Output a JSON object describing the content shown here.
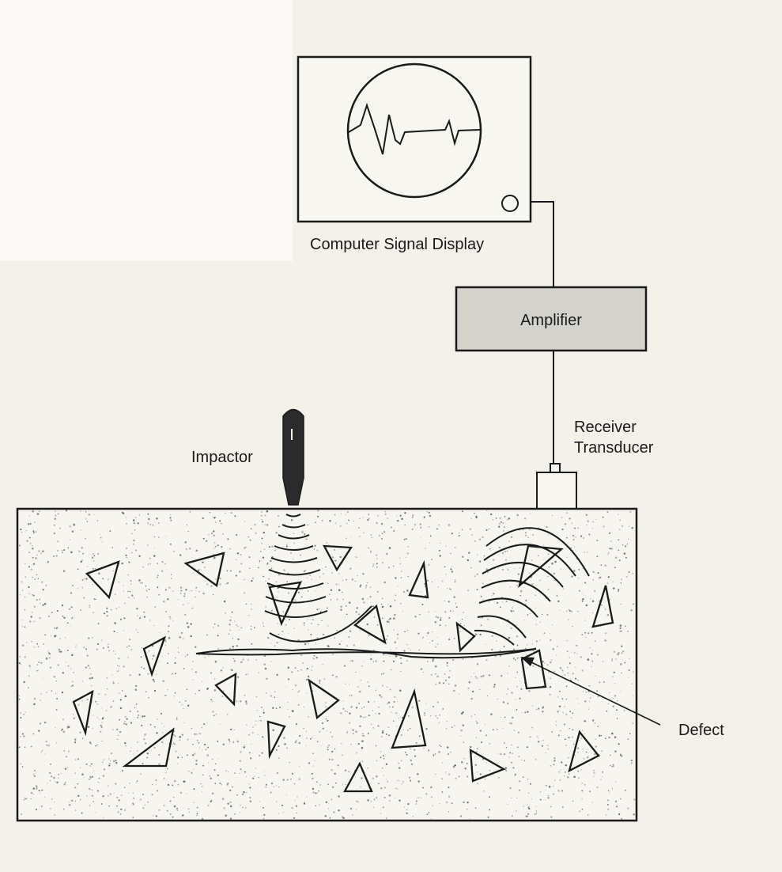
{
  "labels": {
    "display": "Computer Signal Display",
    "amplifier": "Amplifier",
    "receiver_line1": "Receiver",
    "receiver_line2": "Transducer",
    "impactor": "Impactor",
    "defect": "Defect"
  },
  "colors": {
    "ink": "#1a1a1a",
    "paper": "#f4f1ea",
    "amplifier_fill": "#d4d2cd",
    "impactor_body": "#2b2b2b",
    "concrete_fill": "#f7f5ef",
    "speckle": "#555555"
  },
  "icons": {
    "monitor_knob": "knob-icon",
    "impactor": "impactor-icon"
  }
}
